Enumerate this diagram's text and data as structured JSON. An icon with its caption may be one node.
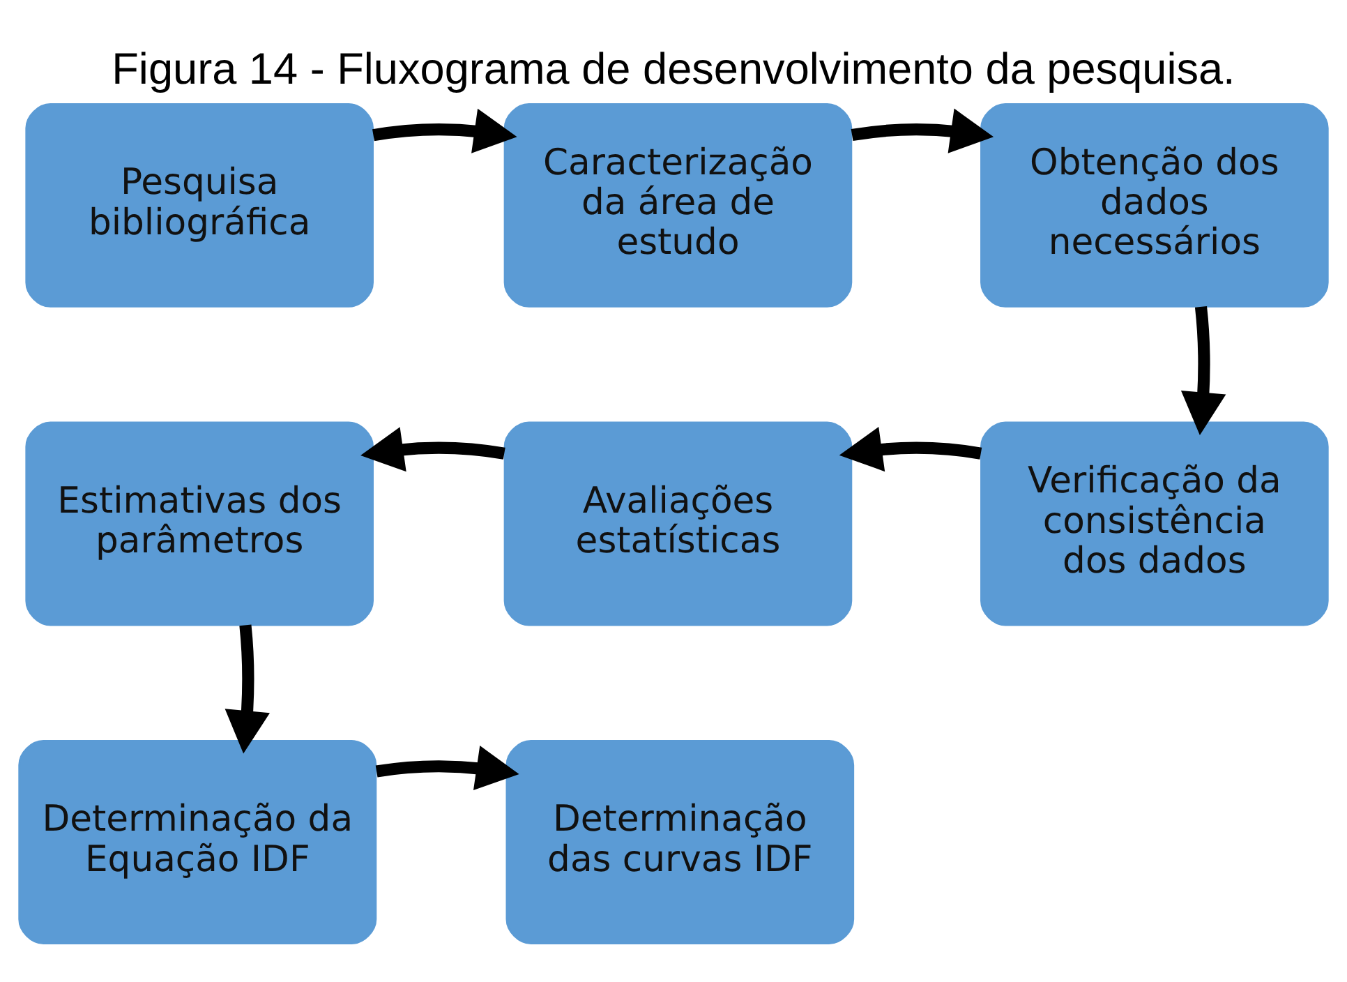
{
  "diagram": {
    "title": "Figura 14 - Fluxograma de desenvolvimento da pesquisa.",
    "nodes": [
      {
        "text": [
          "Pesquisa bibliográfica"
        ]
      },
      {
        "text": [
          "Caracterização da área de estudo"
        ]
      },
      {
        "text": [
          "Obtenção dos dados necessários"
        ]
      },
      {
        "text": [
          "Verificação da consistência dos dados"
        ]
      },
      {
        "text": [
          "Avaliações estatísticas"
        ]
      },
      {
        "text": [
          "Estimativas dos parâmetros"
        ]
      },
      {
        "text": [
          "Determinação da Equação IDF"
        ]
      },
      {
        "text": [
          "Determinação das curvas IDF"
        ]
      }
    ],
    "edges": [
      {
        "from": 0,
        "to": 1,
        "arrow": "to"
      },
      {
        "from": 1,
        "to": 2,
        "arrow": "to"
      },
      {
        "from": 2,
        "to": 3,
        "arrow": "to"
      },
      {
        "from": 3,
        "to": 4,
        "arrow": "to"
      },
      {
        "from": 4,
        "to": 5,
        "arrow": "to"
      },
      {
        "from": 5,
        "to": 6,
        "arrow": "to"
      },
      {
        "from": 6,
        "to": 7,
        "arrow": "to"
      }
    ]
  }
}
